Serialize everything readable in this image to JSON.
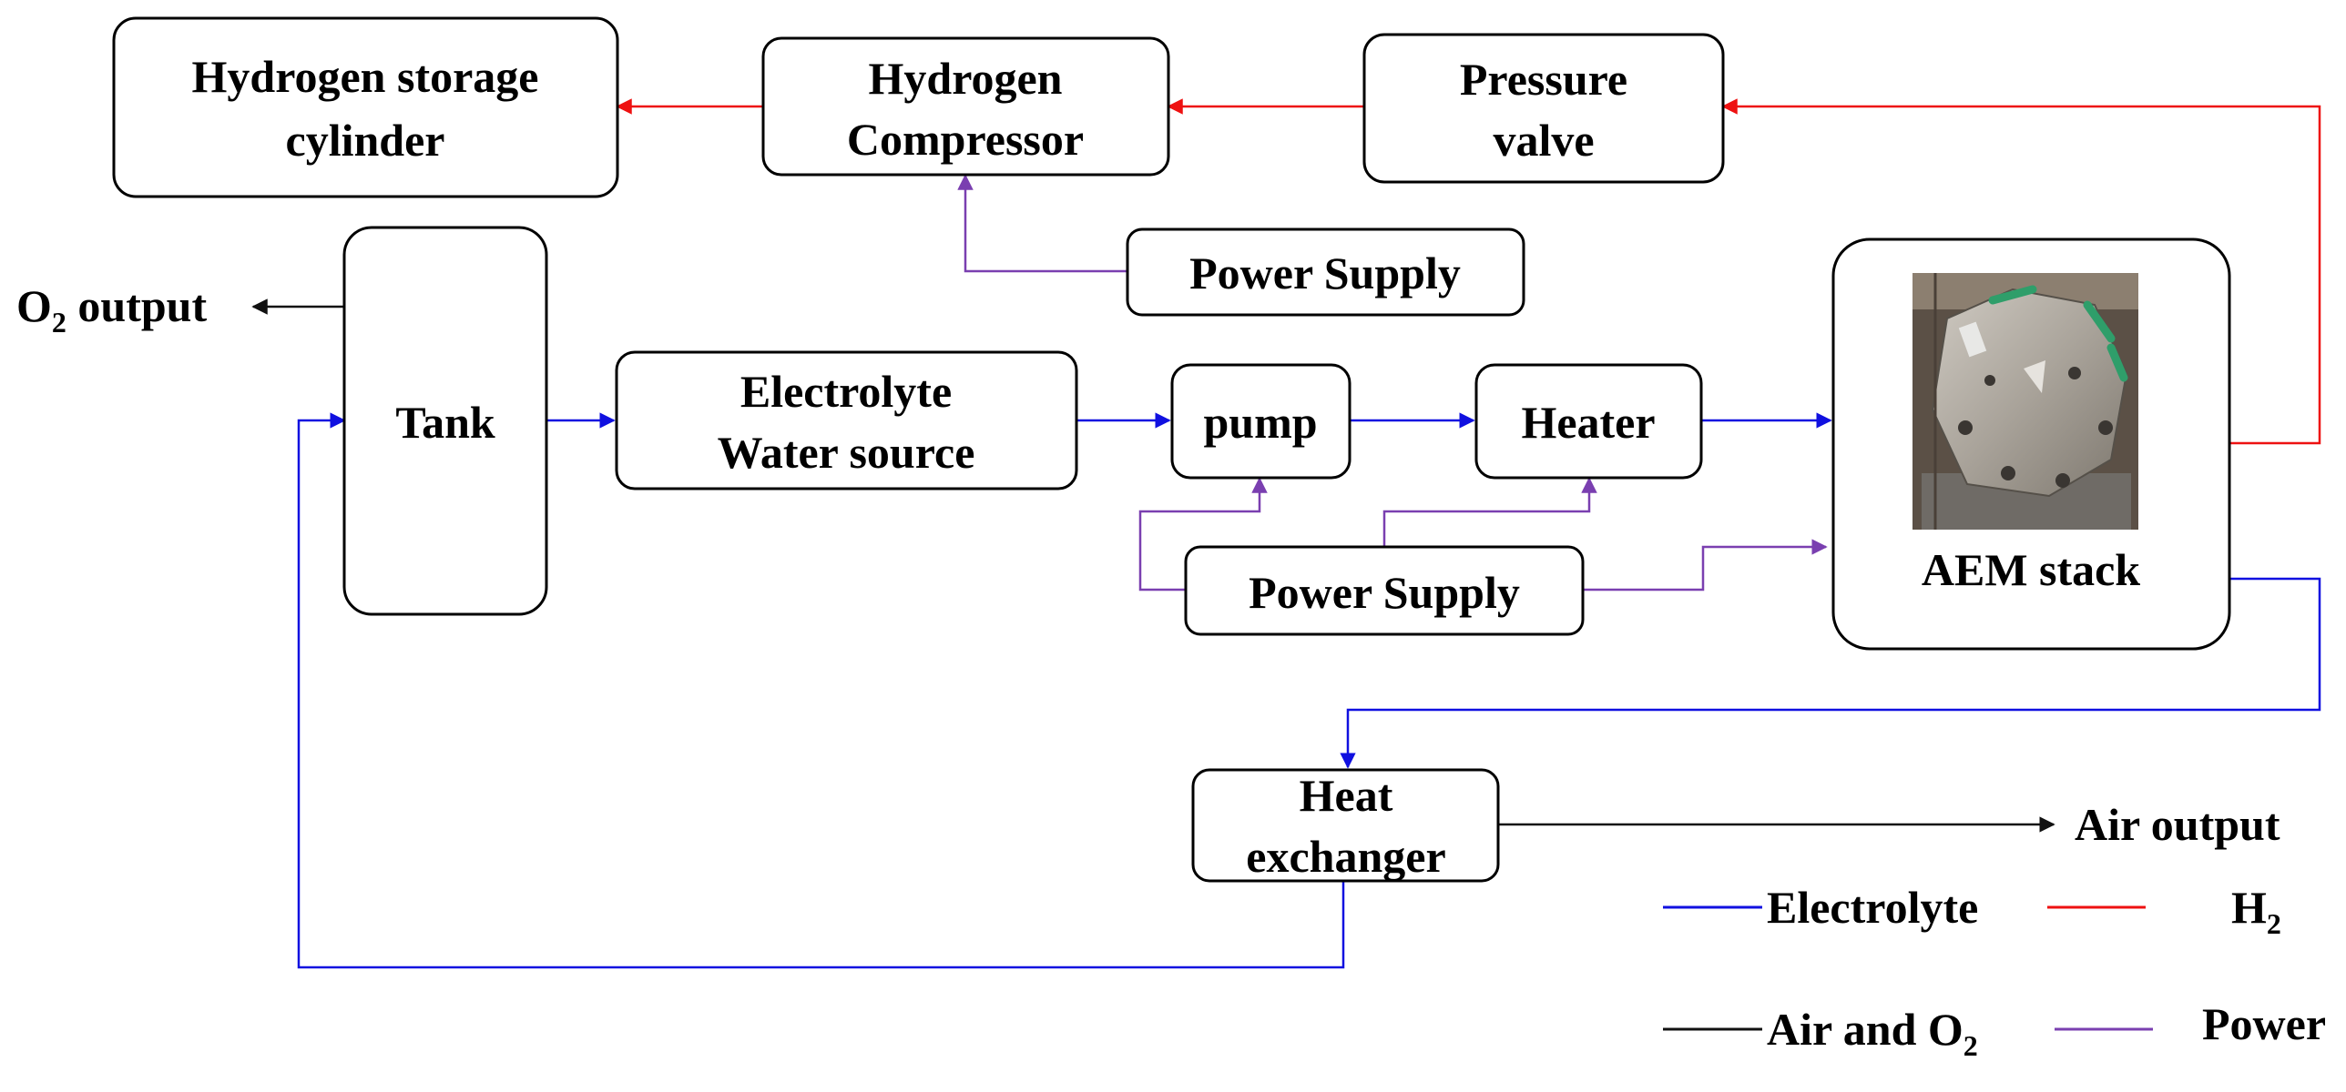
{
  "colors": {
    "electrolyte": "#1010e0",
    "h2": "#ee1111",
    "air_o2": "#111111",
    "power": "#7a3fb0"
  },
  "boxes": {
    "hydrogen_storage": {
      "line1": "Hydrogen storage",
      "line2": "cylinder"
    },
    "hydrogen_compressor": {
      "line1": "Hydrogen",
      "line2": "Compressor"
    },
    "pressure_valve": {
      "line1": "Pressure",
      "line2": "valve"
    },
    "power_supply_top": {
      "label": "Power Supply"
    },
    "tank": {
      "label": "Tank"
    },
    "electrolyte_source": {
      "line1": "Electrolyte",
      "line2": "Water source"
    },
    "pump": {
      "label": "pump"
    },
    "heater": {
      "label": "Heater"
    },
    "power_supply_mid": {
      "label": "Power Supply"
    },
    "aem_stack": {
      "label": "AEM stack"
    },
    "heat_exchanger": {
      "line1": "Heat",
      "line2": "exchanger"
    }
  },
  "outputs": {
    "o2": {
      "prefix": "O",
      "subscript": "2",
      "suffix": " output"
    },
    "air": "Air output"
  },
  "legend": {
    "electrolyte": "Electrolyte",
    "h2": {
      "main": "H",
      "subscript": "2"
    },
    "air_o2": {
      "main": "Air and O",
      "subscript": "2"
    },
    "power": "Power"
  }
}
